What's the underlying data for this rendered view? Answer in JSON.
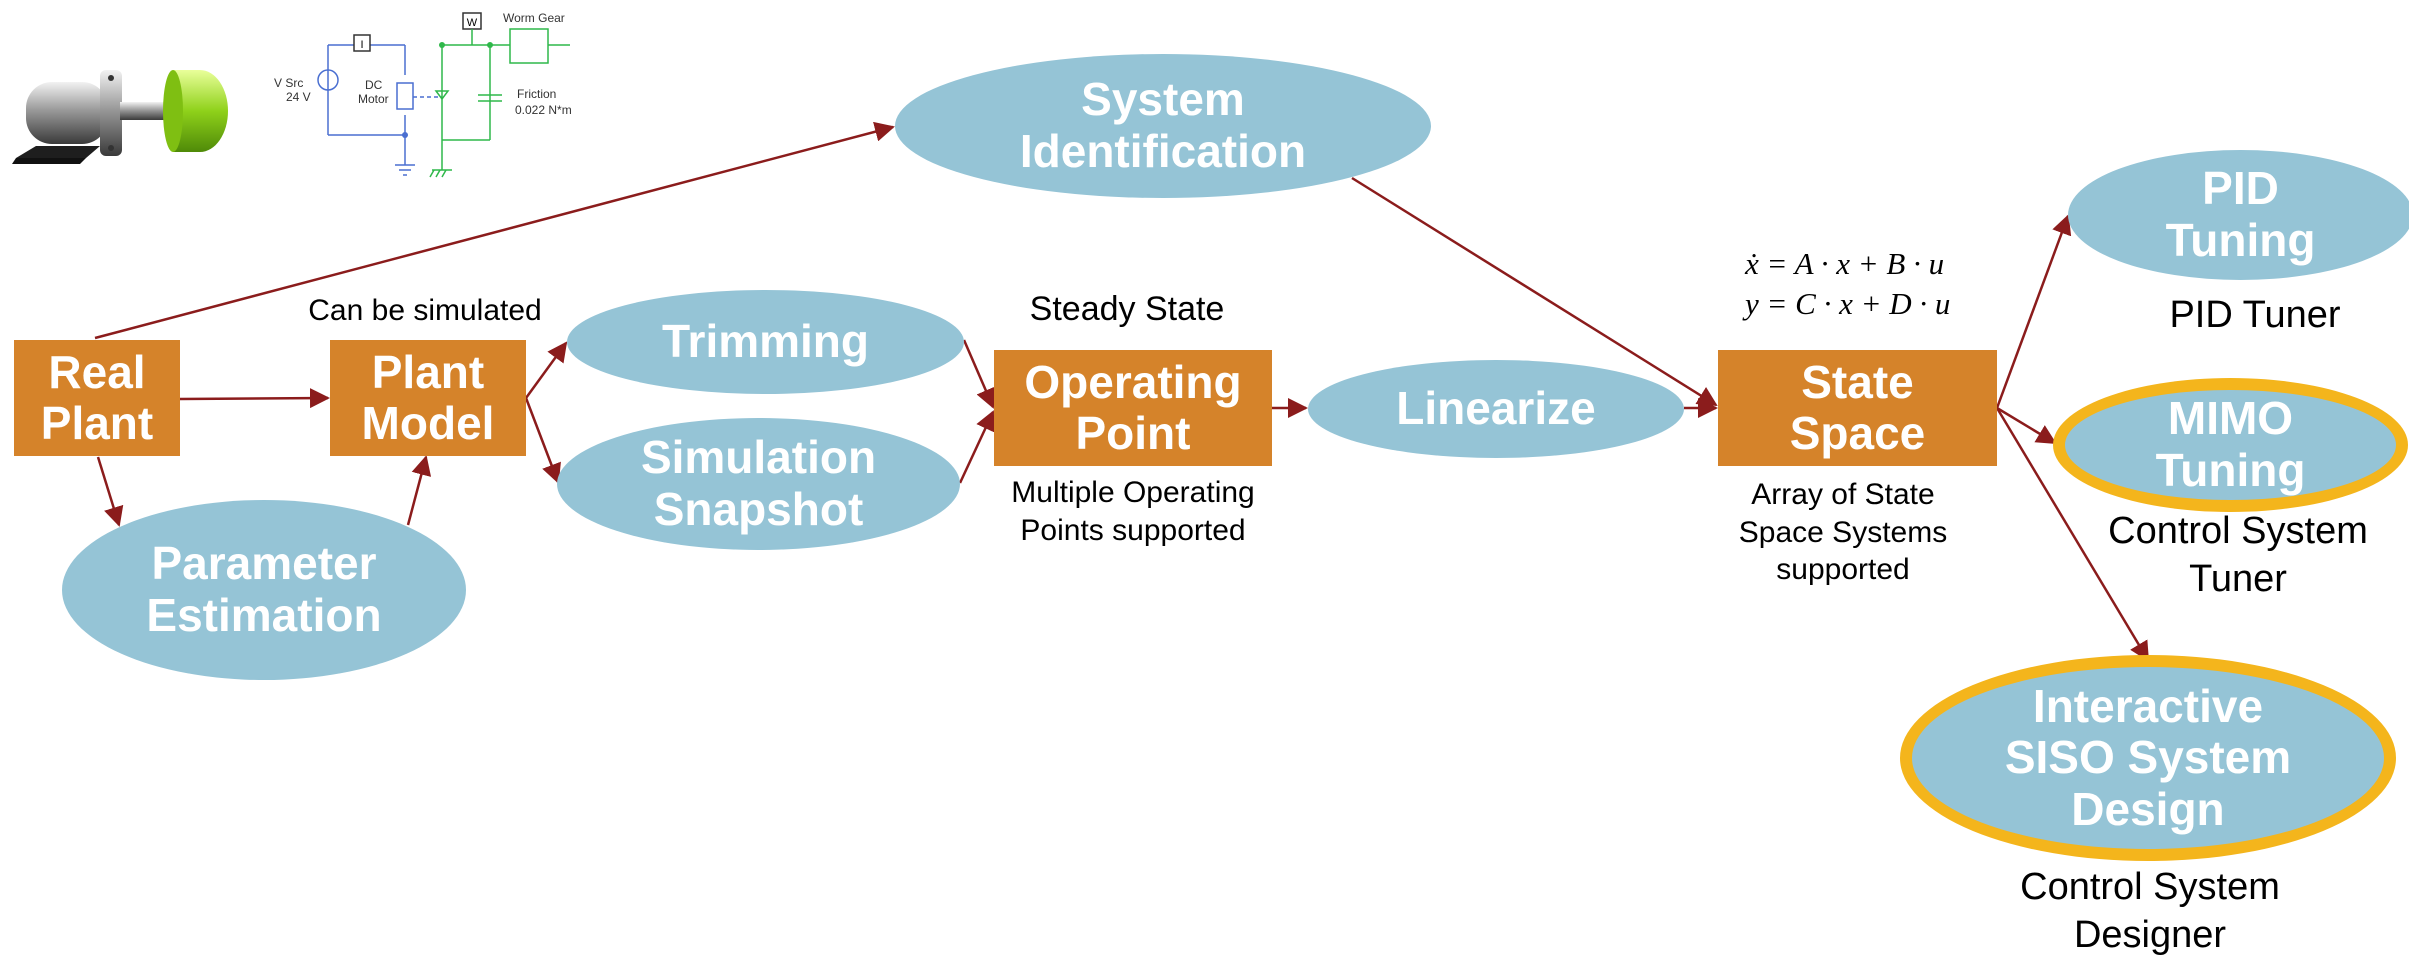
{
  "nodes": {
    "real_plant": "Real\nPlant",
    "plant_model": "Plant\nModel",
    "parameter_estimation": "Parameter\nEstimation",
    "system_identification": "System\nIdentification",
    "trimming": "Trimming",
    "simulation_snapshot": "Simulation\nSnapshot",
    "operating_point": "Operating\nPoint",
    "linearize": "Linearize",
    "state_space": "State\nSpace",
    "pid_tuning": "PID\nTuning",
    "mimo_tuning": "MIMO\nTuning",
    "interactive_siso": "Interactive\nSISO System\nDesign"
  },
  "captions": {
    "can_be_simulated": "Can be simulated",
    "steady_state": "Steady State",
    "multiple_operating_points": "Multiple Operating\nPoints supported",
    "array_state_space": "Array of State\nSpace Systems\nsupported",
    "pid_tuner": "PID Tuner",
    "control_system_tuner": "Control System\nTuner",
    "control_system_designer": "Control System\nDesigner"
  },
  "equations": {
    "state_eq": "ẋ = A · x + B · u",
    "output_eq": "y = C · x + D · u"
  },
  "circuit": {
    "v_src": "V Src",
    "v_value": "24 V",
    "dc_motor": "DC\nMotor",
    "worm_gear": "Worm Gear",
    "friction": "Friction",
    "friction_value": "0.022 N*m",
    "current_sensor": "I",
    "speed_sensor": "W"
  },
  "colors": {
    "box": "#d5832a",
    "ellipse": "#95c4d6",
    "ring": "#f4b51c",
    "arrow": "#8b1c1c"
  }
}
